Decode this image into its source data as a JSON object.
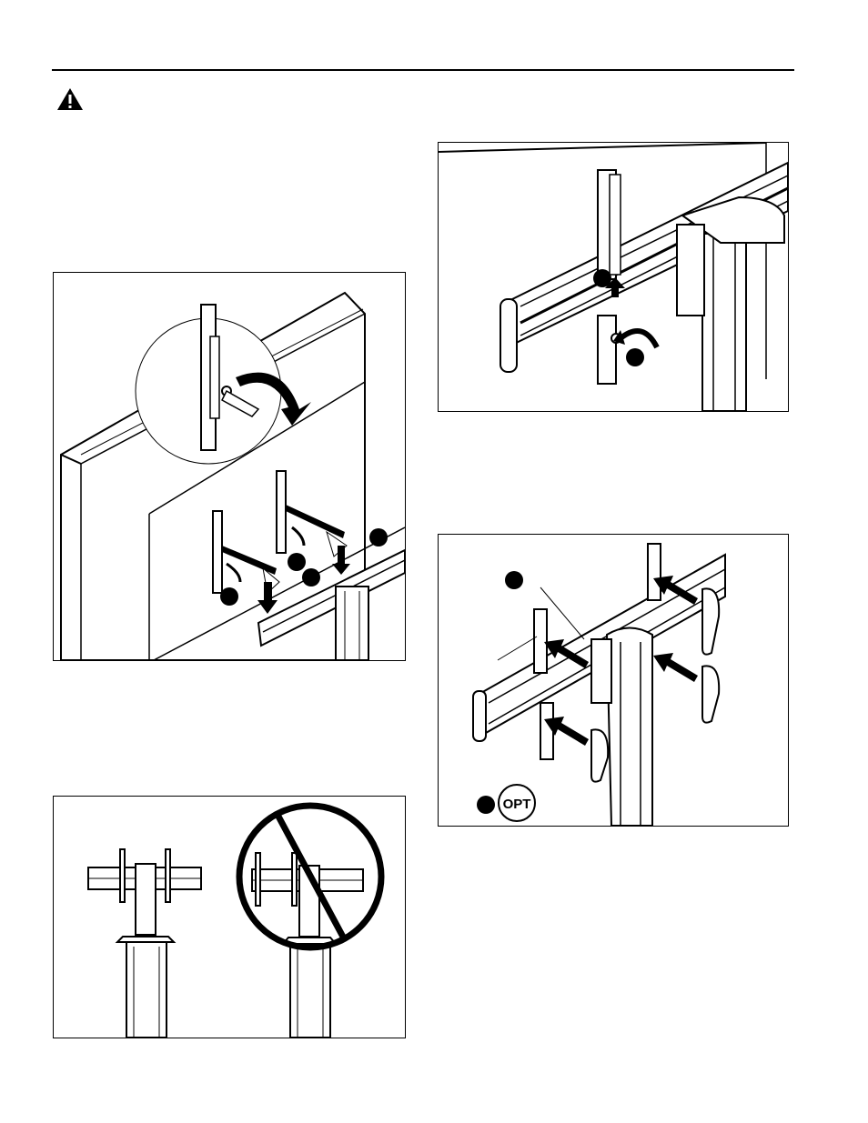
{
  "page": {
    "warning_icon": "warning-triangle-icon"
  },
  "figures": {
    "fig_latch_install": {
      "icon": "latch-install-illustration"
    },
    "fig_latch_lock": {
      "icon": "latch-lock-illustration"
    },
    "fig_pole_correct": {
      "icon": "pole-orientation-illustration"
    },
    "fig_covers": {
      "icon": "cover-install-illustration",
      "opt_label": "OPT"
    }
  }
}
